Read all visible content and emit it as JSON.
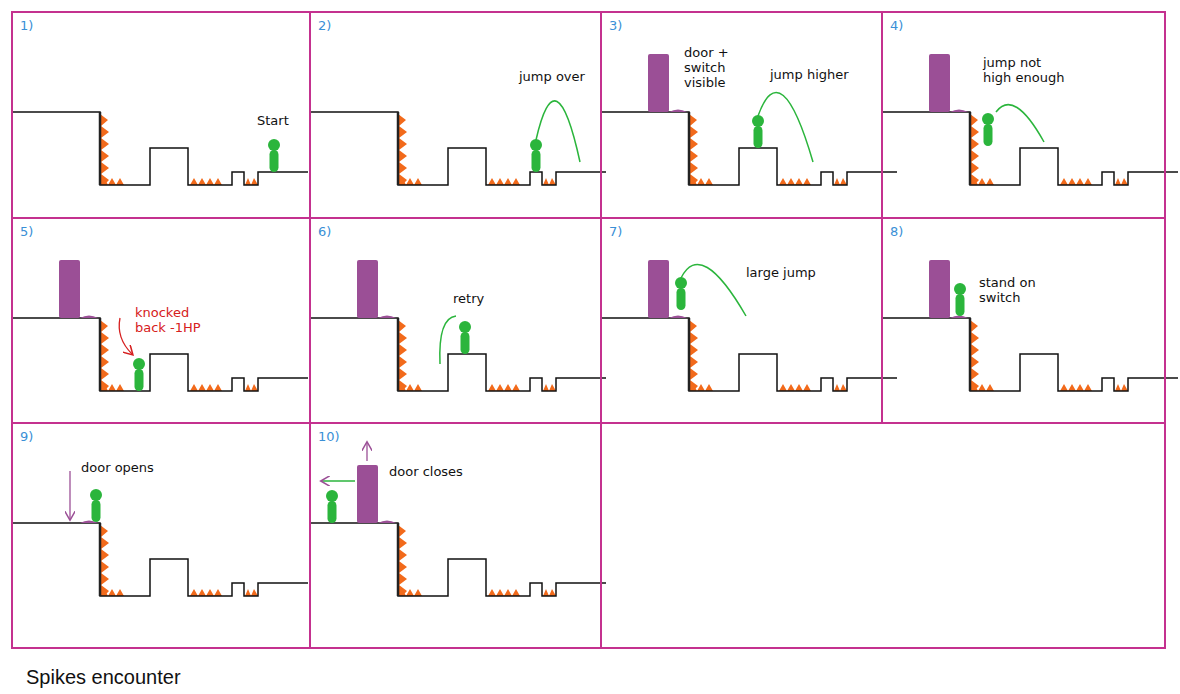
{
  "diagram": {
    "caption": "Spikes encounter",
    "nodes": [
      {
        "text": [
          "1)",
          "Start"
        ]
      },
      {
        "text": [
          "2)",
          "jump over"
        ]
      },
      {
        "text": [
          "3)",
          "door + switch visible",
          "jump higher"
        ]
      },
      {
        "text": [
          "4)",
          "jump not high enough"
        ]
      },
      {
        "text": [
          "5)",
          "knocked back -1HP"
        ]
      },
      {
        "text": [
          "6)",
          "retry"
        ]
      },
      {
        "text": [
          "7)",
          "large jump"
        ]
      },
      {
        "text": [
          "8)",
          "stand on switch"
        ]
      },
      {
        "text": [
          "9)",
          "door opens"
        ]
      },
      {
        "text": [
          "10)",
          "door closes"
        ]
      }
    ]
  }
}
